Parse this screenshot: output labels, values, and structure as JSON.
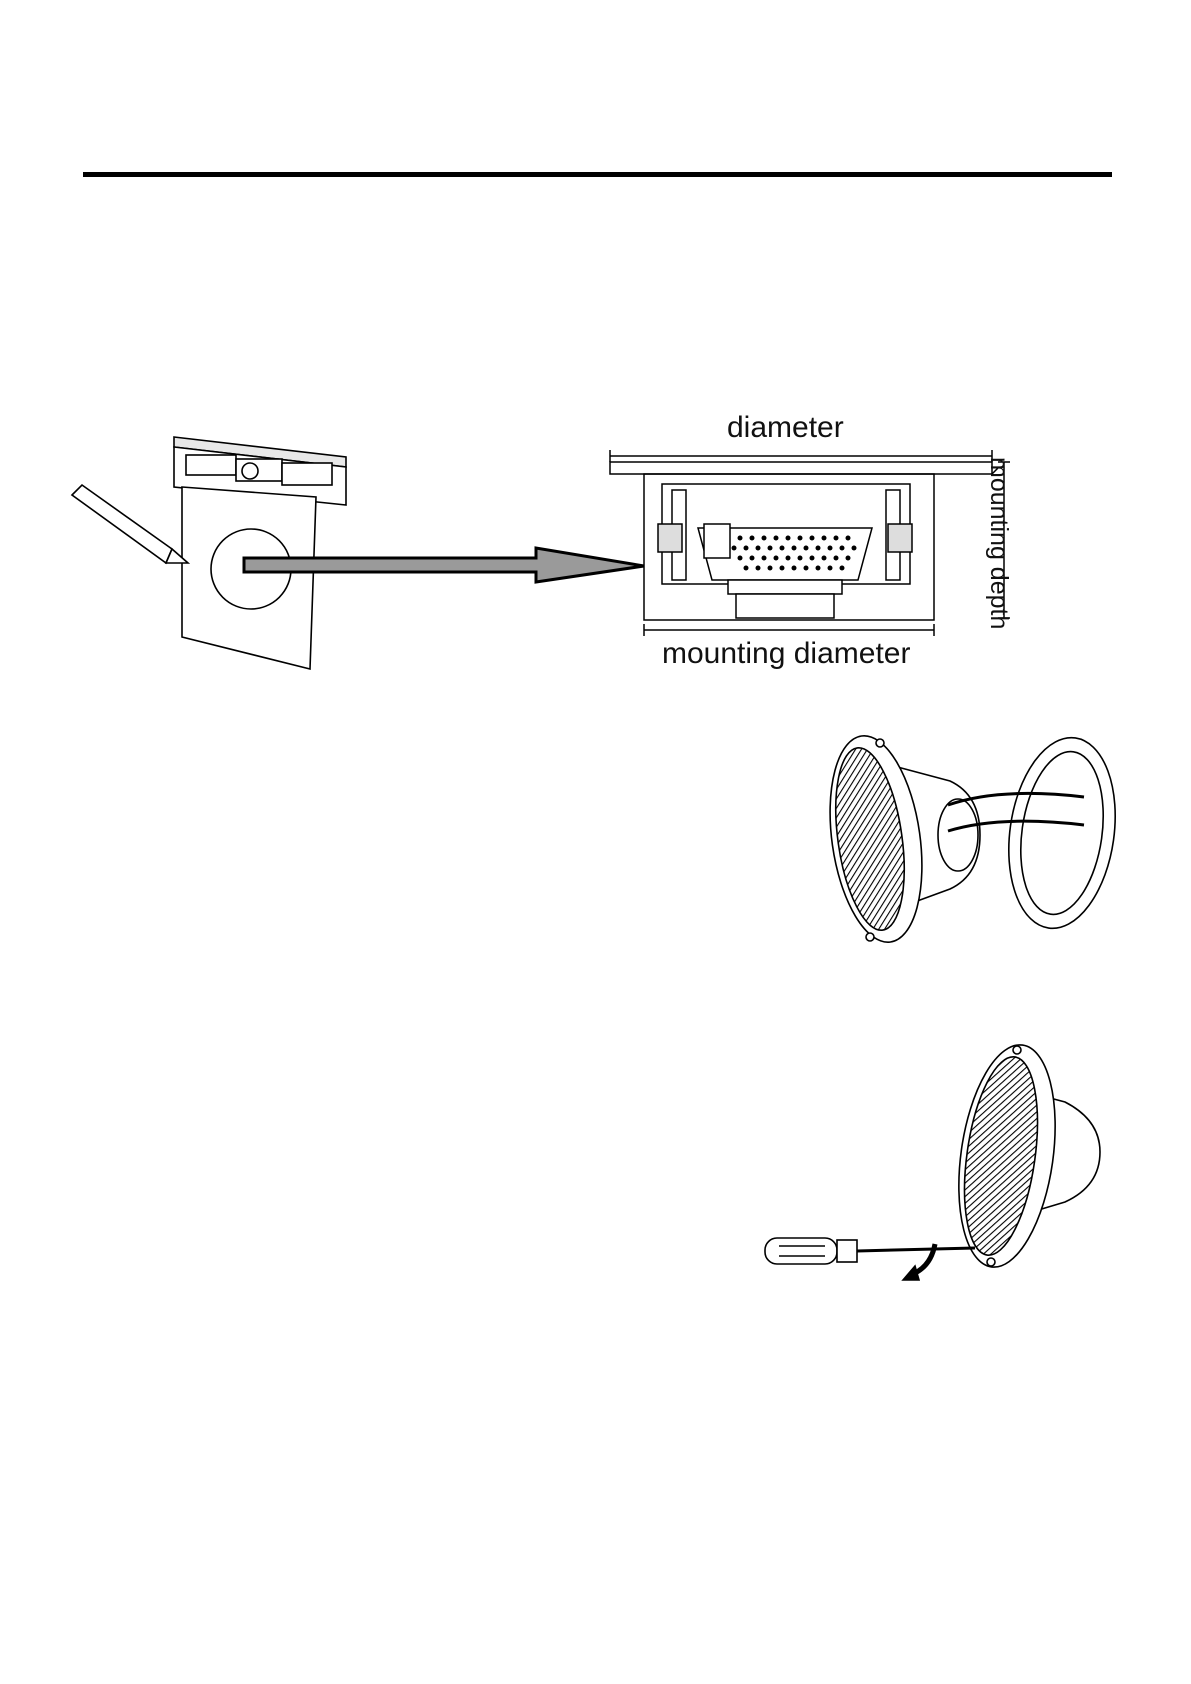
{
  "figure1": {
    "diameter_label": "diameter",
    "mounting_diameter_label": "mounting diameter",
    "mounting_depth_label": "mounting depth"
  },
  "icons": {
    "template": "template-sheet-icon",
    "pencil": "pencil-icon",
    "arrow": "arrow-right-icon",
    "speaker_section": "speaker-cross-section-icon",
    "speaker_ring": "speaker-with-mounting-ring-icon",
    "speaker_screwdriver": "speaker-with-screwdriver-icon"
  },
  "colors": {
    "line": "#000000",
    "arrow_fill": "#9a9a9a"
  }
}
